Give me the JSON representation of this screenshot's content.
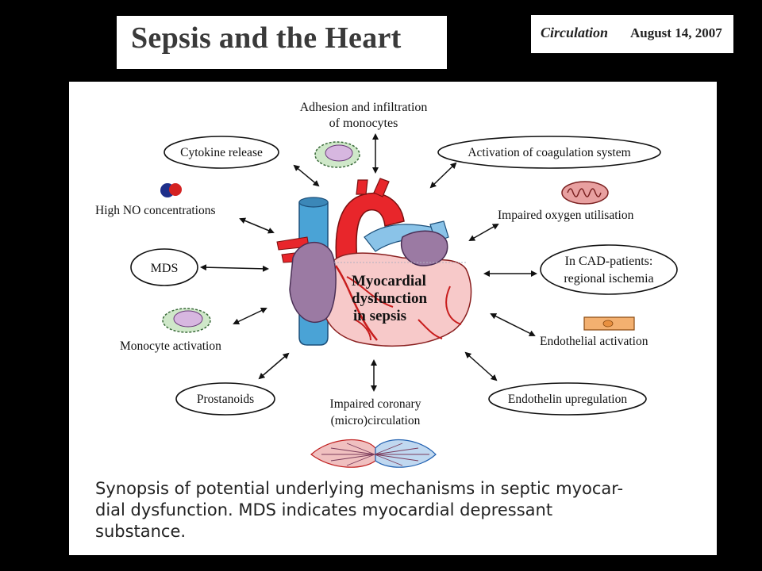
{
  "header": {
    "title": "Sepsis and the Heart",
    "journal": "Circulation",
    "date": "August 14, 2007"
  },
  "diagram": {
    "center_label": [
      "Myocardial",
      "dysfunction",
      "in sepsis"
    ],
    "adhesion": [
      "Adhesion and infiltration",
      "of monocytes"
    ],
    "cytokine": "Cytokine release",
    "coagulation": "Activation of coagulation system",
    "high_no": "High NO concentrations",
    "oxygen": "Impaired oxygen utilisation",
    "mds": "MDS",
    "cad": [
      "In CAD-patients:",
      "regional ischemia"
    ],
    "monocyte_activation": "Monocyte activation",
    "endothelial_activation": "Endothelial activation",
    "prostanoids": "Prostanoids",
    "coronary": [
      "Impaired coronary",
      "(micro)circulation"
    ],
    "endothelin": "Endothelin upregulation"
  },
  "caption": "Synopsis of potential underlying mechanisms in septic myocar-dial dysfunction. MDS indicates myocardial depressant substance.",
  "caption_lines": [
    "Synopsis of potential underlying mechanisms in septic myocar-",
    "dial dysfunction. MDS indicates myocardial depressant",
    "substance."
  ]
}
